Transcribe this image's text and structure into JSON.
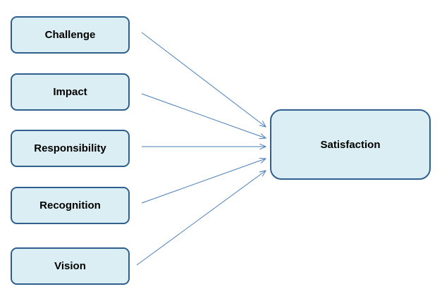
{
  "diagram": {
    "sources": [
      {
        "id": "challenge",
        "label": "Challenge"
      },
      {
        "id": "impact",
        "label": "Impact"
      },
      {
        "id": "responsibility",
        "label": "Responsibility"
      },
      {
        "id": "recognition",
        "label": "Recognition"
      },
      {
        "id": "vision",
        "label": "Vision"
      }
    ],
    "target": {
      "id": "satisfaction",
      "label": "Satisfaction"
    },
    "edges": [
      {
        "from": "challenge",
        "to": "satisfaction"
      },
      {
        "from": "impact",
        "to": "satisfaction"
      },
      {
        "from": "responsibility",
        "to": "satisfaction"
      },
      {
        "from": "recognition",
        "to": "satisfaction"
      },
      {
        "from": "vision",
        "to": "satisfaction"
      }
    ],
    "colors": {
      "box_fill": "#daeef3",
      "box_border": "#2f5f8f",
      "arrow": "#4a7ebb"
    }
  }
}
